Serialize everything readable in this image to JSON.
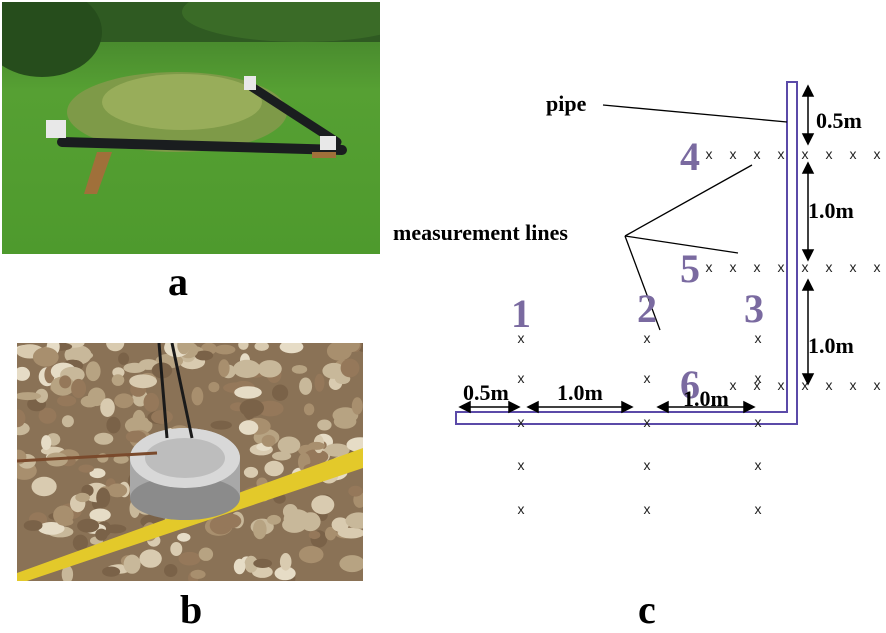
{
  "panels": {
    "a": "a",
    "b": "b",
    "c": "c"
  },
  "diagram": {
    "pipe_label": "pipe",
    "measurement_label": "measurement lines",
    "line_numbers": [
      "1",
      "2",
      "3",
      "4",
      "5",
      "6"
    ],
    "dims": {
      "top_gap": "0.5m",
      "vert_1": "1.0m",
      "vert_2": "1.0m",
      "left_gap": "0.5m",
      "horiz_1": "1.0m",
      "horiz_2": "1.0m"
    },
    "marker": "x",
    "colors": {
      "pipe_outline": "#5b4aa8",
      "numbers": "#7a6aa0"
    }
  }
}
